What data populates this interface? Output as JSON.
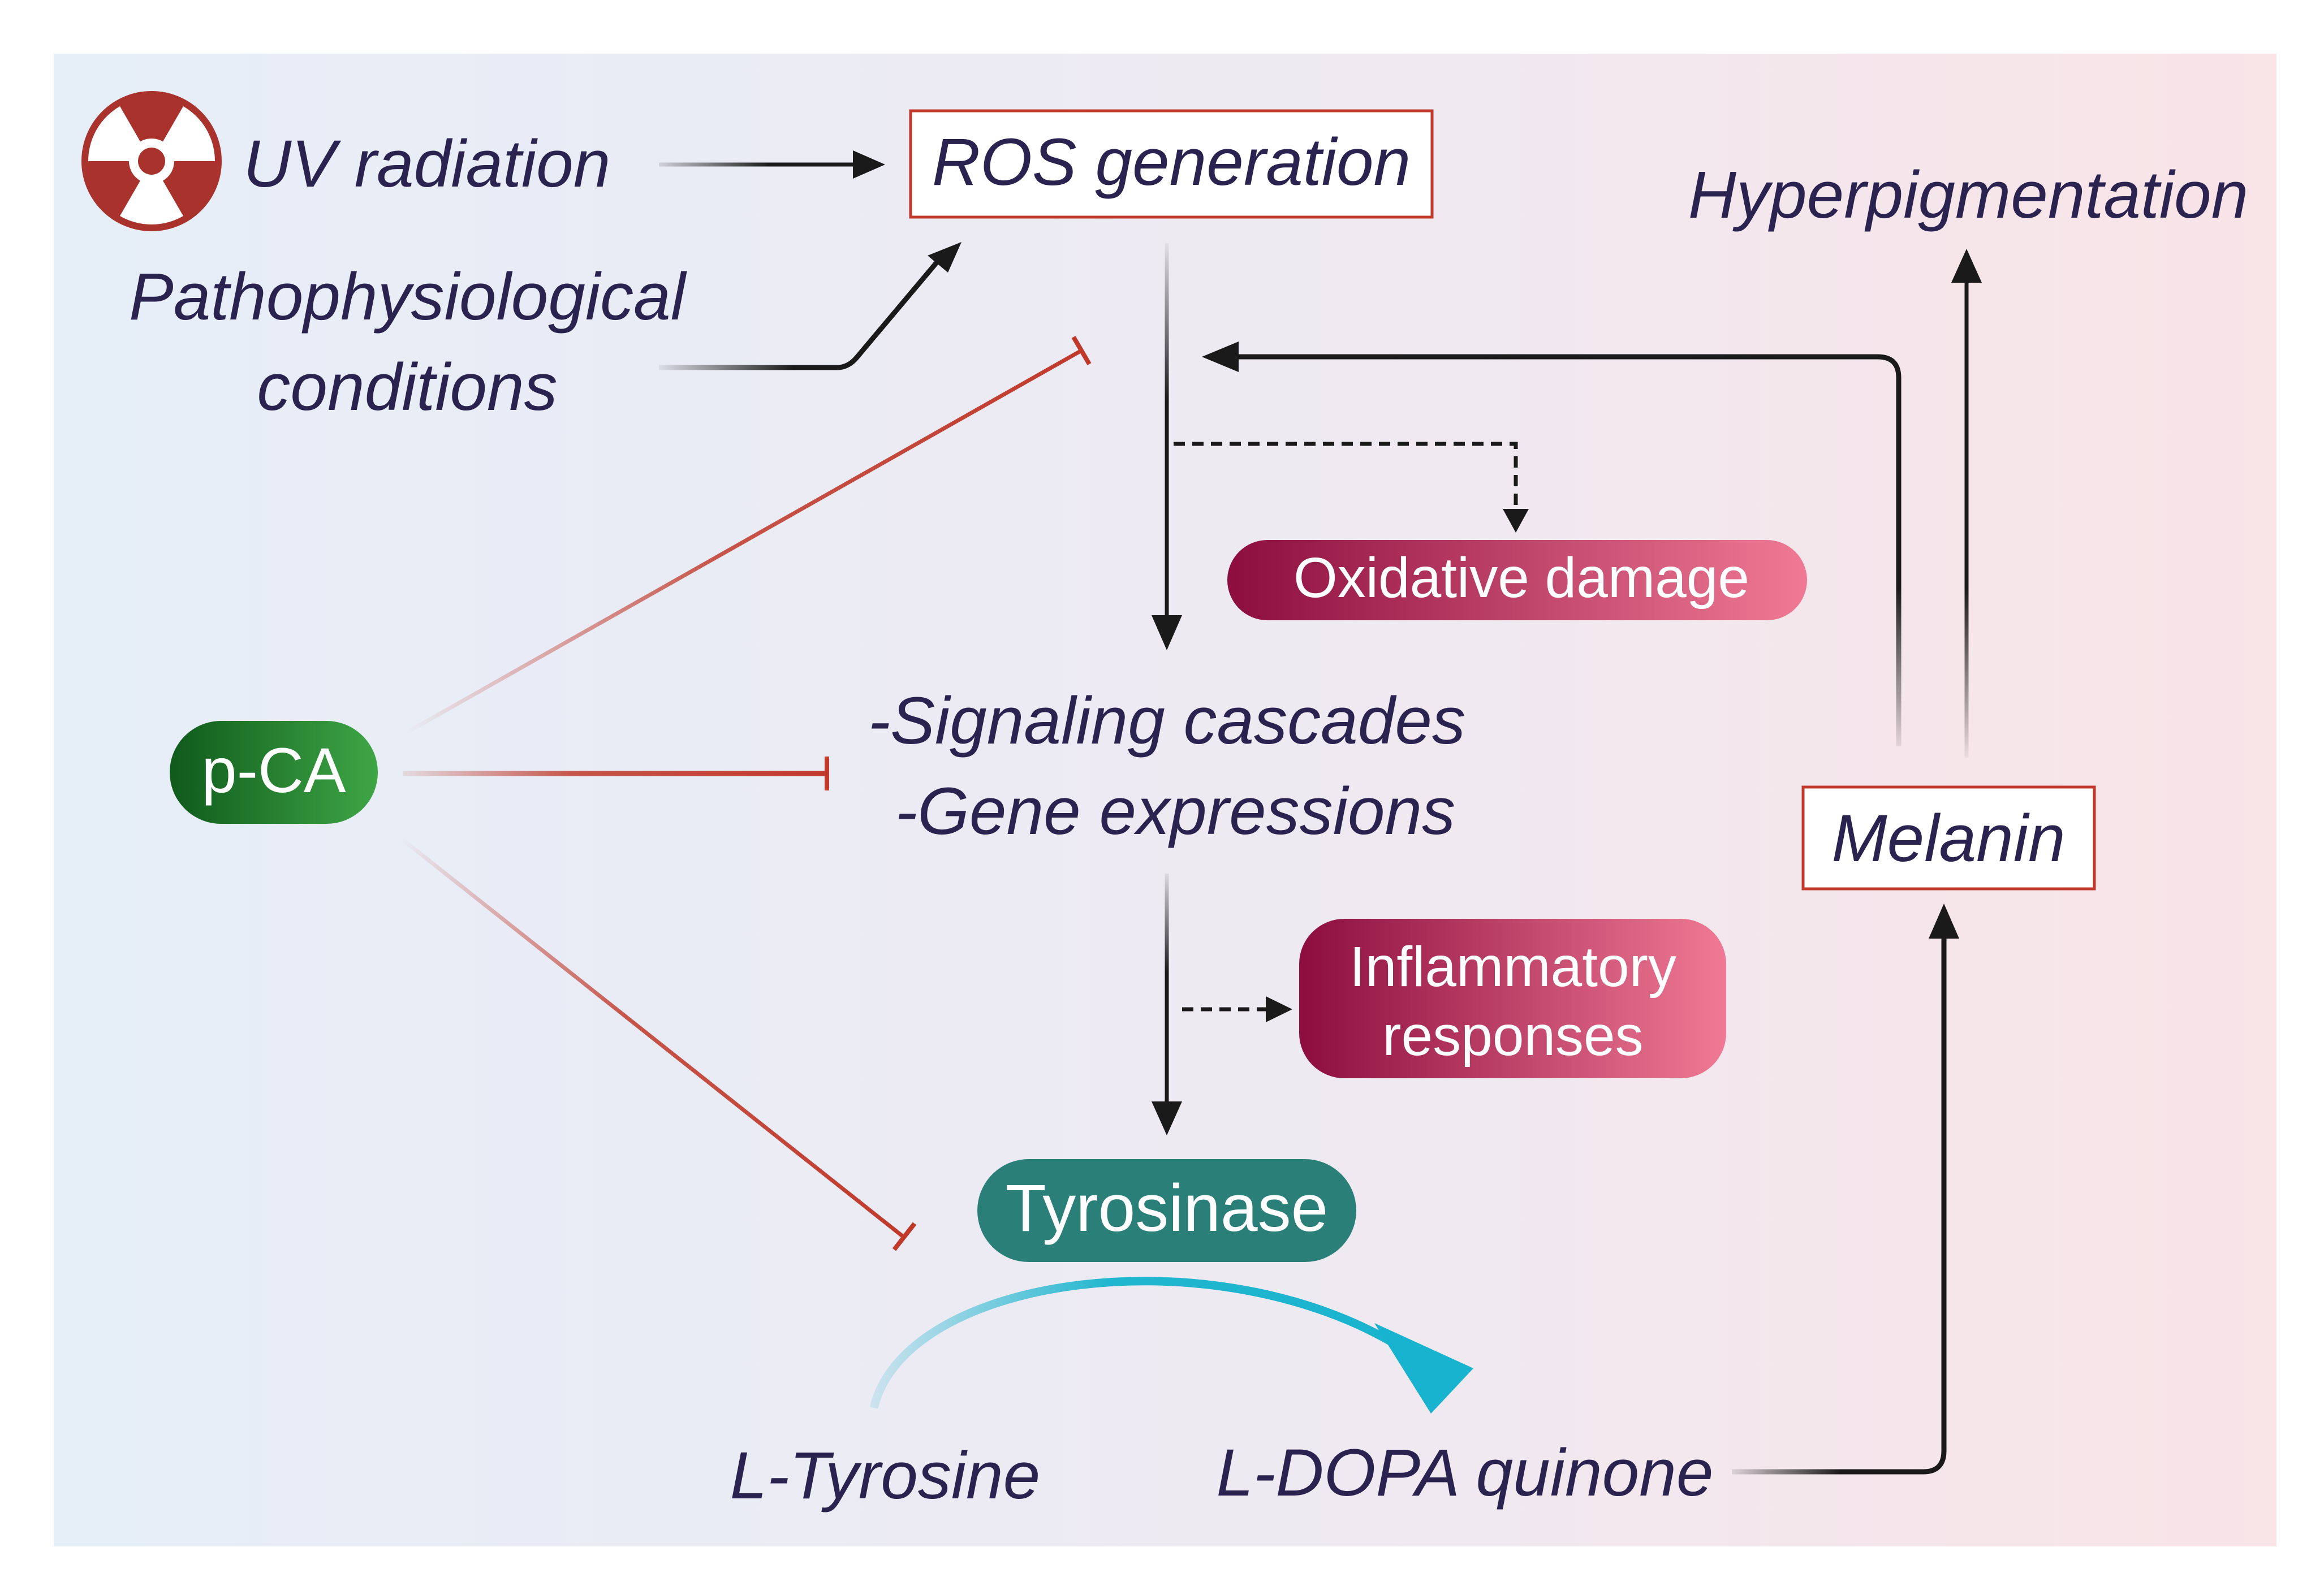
{
  "inputs": {
    "uv_radiation": "UV radiation",
    "patho_line1": "Pathophysiological",
    "patho_line2": "conditions"
  },
  "nodes": {
    "ros": "ROS generation",
    "hyperpigmentation": "Hyperpigmentation",
    "oxidative_damage": "Oxidative damage",
    "signaling": "-Signaling cascades",
    "gene": "-Gene expressions",
    "pca": "p-CA",
    "inflammatory_line1": "Inflammatory",
    "inflammatory_line2": "responses",
    "melanin": "Melanin",
    "tyrosinase": "Tyrosinase",
    "l_tyrosine": "L-Tyrosine",
    "l_dopa": "L-DOPA quinone"
  },
  "icons": {
    "radiation": "radiation-hazard-icon"
  },
  "colors": {
    "text": "#2a2350",
    "arrow": "#1a1a1a",
    "inhibition": "#c0392b",
    "box_border": "#c0392b",
    "pink_dark": "#8c0d3e",
    "pink_light": "#f07a95",
    "green_dark": "#0f5a1c",
    "green_light": "#3ea645",
    "teal": "#2a7f78",
    "cyan": "#21b6cf",
    "radiation": "#a9332c"
  }
}
